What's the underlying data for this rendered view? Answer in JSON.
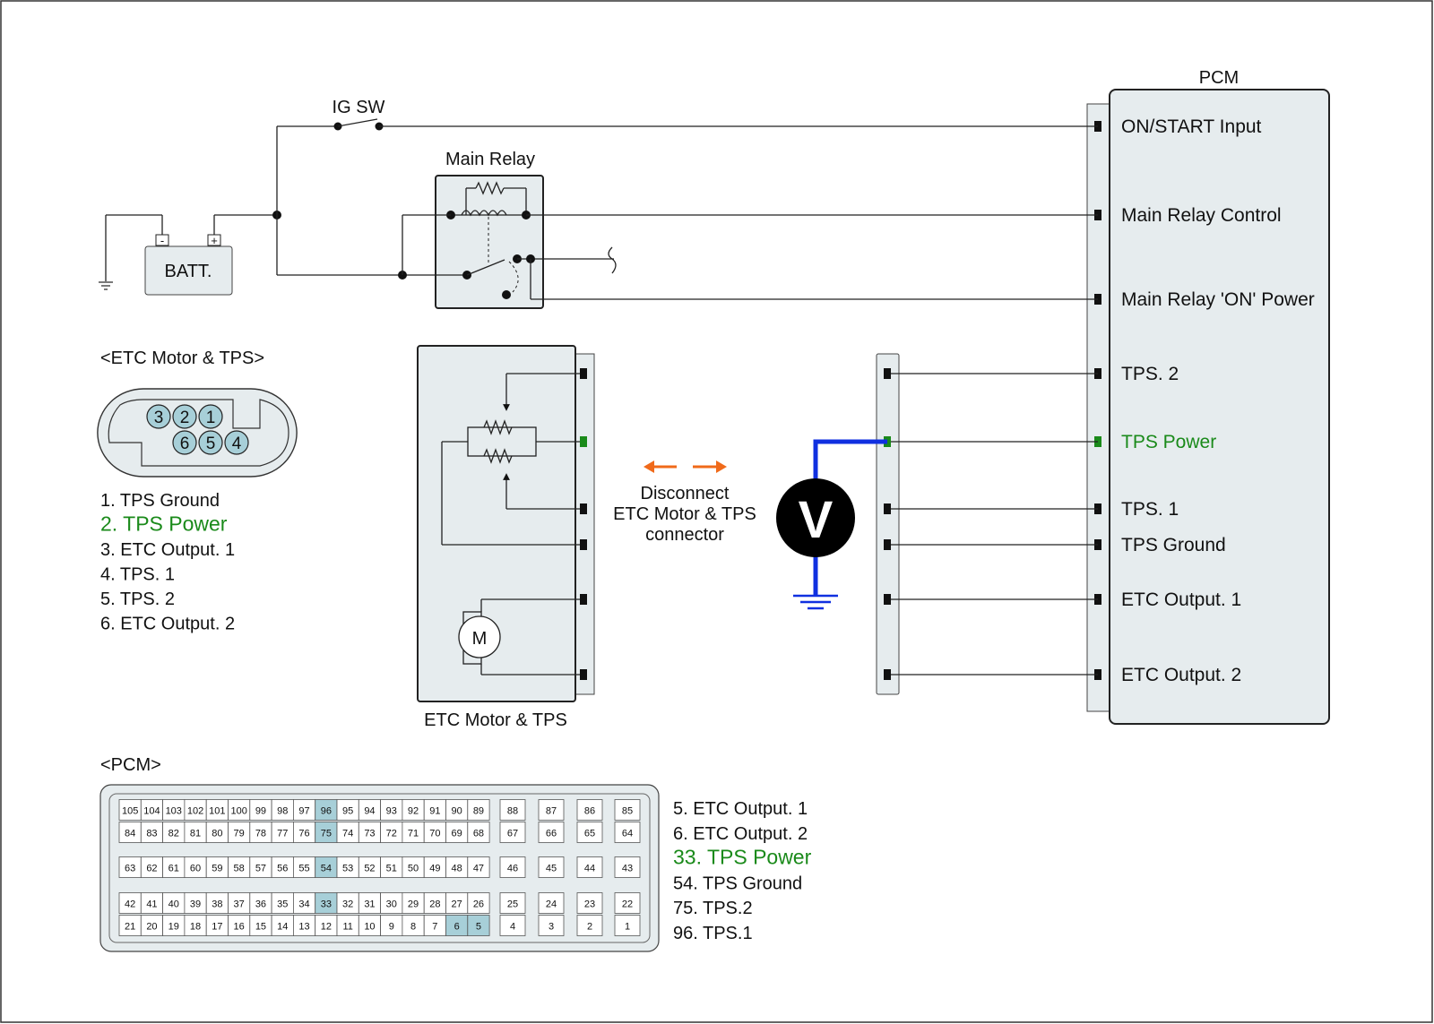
{
  "colors": {
    "highlight_text": "#1a8a1a",
    "voltmeter_wire": "#1030e0",
    "disconnect_arrows": "#f06a1a",
    "pin_highlight": "#a7cfd8",
    "component_fill": "#e6ecee"
  },
  "labels": {
    "pcm_title": "PCM",
    "ig_sw": "IG SW",
    "main_relay": "Main Relay",
    "battery": "BATT.",
    "battery_minus": "-",
    "battery_plus": "+",
    "etc_connector_title": "<ETC Motor & TPS>",
    "etc_block_caption": "ETC Motor & TPS",
    "motor_symbol": "M",
    "voltmeter_symbol": "V",
    "disconnect_note": [
      "Disconnect",
      "ETC Motor & TPS",
      "connector"
    ],
    "pcm_connector_title": "<PCM>"
  },
  "pcm_terminals": [
    {
      "label": "ON/START Input",
      "highlight": false
    },
    {
      "label": "Main Relay Control",
      "highlight": false
    },
    {
      "label": "Main Relay 'ON' Power",
      "highlight": false
    },
    {
      "label": "TPS. 2",
      "highlight": false
    },
    {
      "label": "TPS Power",
      "highlight": true
    },
    {
      "label": "TPS. 1",
      "highlight": false
    },
    {
      "label": "TPS Ground",
      "highlight": false
    },
    {
      "label": "ETC Output. 1",
      "highlight": false
    },
    {
      "label": "ETC Output. 2",
      "highlight": false
    }
  ],
  "etc_connector_pins": [
    {
      "text": "1. TPS Ground",
      "highlight": false
    },
    {
      "text": "2. TPS Power",
      "highlight": true
    },
    {
      "text": "3. ETC Output. 1",
      "highlight": false
    },
    {
      "text": "4. TPS. 1",
      "highlight": false
    },
    {
      "text": "5. TPS. 2",
      "highlight": false
    },
    {
      "text": "6. ETC Output. 2",
      "highlight": false
    }
  ],
  "etc_connector_face": {
    "top_row": [
      "3",
      "2",
      "1"
    ],
    "bottom_row": [
      "6",
      "5",
      "4"
    ]
  },
  "pcm_pin_legend": [
    {
      "text": "5. ETC Output. 1",
      "highlight": false
    },
    {
      "text": "6. ETC Output. 2",
      "highlight": false
    },
    {
      "text": "33. TPS Power",
      "highlight": true
    },
    {
      "text": "54. TPS Ground",
      "highlight": false
    },
    {
      "text": "75. TPS.2",
      "highlight": false
    },
    {
      "text": "96. TPS.1",
      "highlight": false
    }
  ],
  "pcm_connector": {
    "highlighted_pins": [
      "96",
      "75",
      "54",
      "33",
      "6",
      "5"
    ],
    "groups": [
      {
        "main": [
          [
            "105",
            "104",
            "103",
            "102",
            "101",
            "100",
            "99",
            "98",
            "97",
            "96",
            "95",
            "94",
            "93",
            "92",
            "91",
            "90",
            "89"
          ],
          [
            "84",
            "83",
            "82",
            "81",
            "80",
            "79",
            "78",
            "77",
            "76",
            "75",
            "74",
            "73",
            "72",
            "71",
            "70",
            "69",
            "68"
          ]
        ],
        "side": [
          [
            "88",
            "87",
            "86",
            "85"
          ],
          [
            "67",
            "66",
            "65",
            "64"
          ]
        ]
      },
      {
        "main": [
          [
            "63",
            "62",
            "61",
            "60",
            "59",
            "58",
            "57",
            "56",
            "55",
            "54",
            "53",
            "52",
            "51",
            "50",
            "49",
            "48",
            "47"
          ]
        ],
        "side": [
          [
            "46",
            "45",
            "44",
            "43"
          ]
        ]
      },
      {
        "main": [
          [
            "42",
            "41",
            "40",
            "39",
            "38",
            "37",
            "36",
            "35",
            "34",
            "33",
            "32",
            "31",
            "30",
            "29",
            "28",
            "27",
            "26"
          ],
          [
            "21",
            "20",
            "19",
            "18",
            "17",
            "16",
            "15",
            "14",
            "13",
            "12",
            "11",
            "10",
            "9",
            "8",
            "7",
            "6",
            "5"
          ]
        ],
        "side": [
          [
            "25",
            "24",
            "23",
            "22"
          ],
          [
            "4",
            "3",
            "2",
            "1"
          ]
        ]
      }
    ]
  }
}
